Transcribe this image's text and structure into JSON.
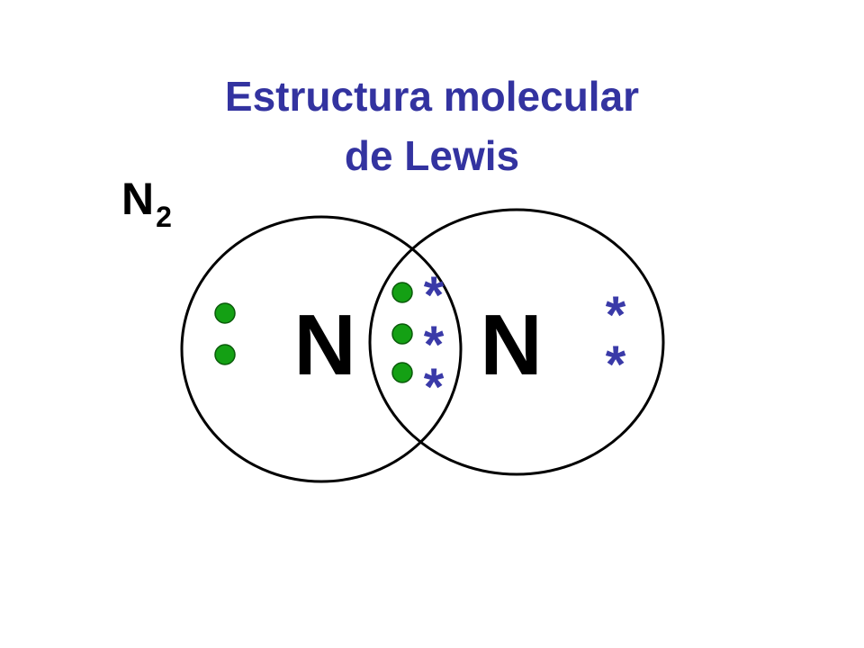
{
  "title": {
    "line1": "Estructura molecular",
    "line2": "de Lewis"
  },
  "formula": {
    "symbol": "N",
    "subscript": "2"
  },
  "atoms": [
    {
      "symbol": "N"
    },
    {
      "symbol": "N"
    }
  ],
  "electrons": {
    "dot_symbol": "●",
    "star_symbol": "*"
  },
  "colors": {
    "title": "#3333a0",
    "star": "#3a3aa8",
    "dot_fill": "#14a014",
    "dot_stroke": "#0a5a0a",
    "outline": "#000000"
  }
}
